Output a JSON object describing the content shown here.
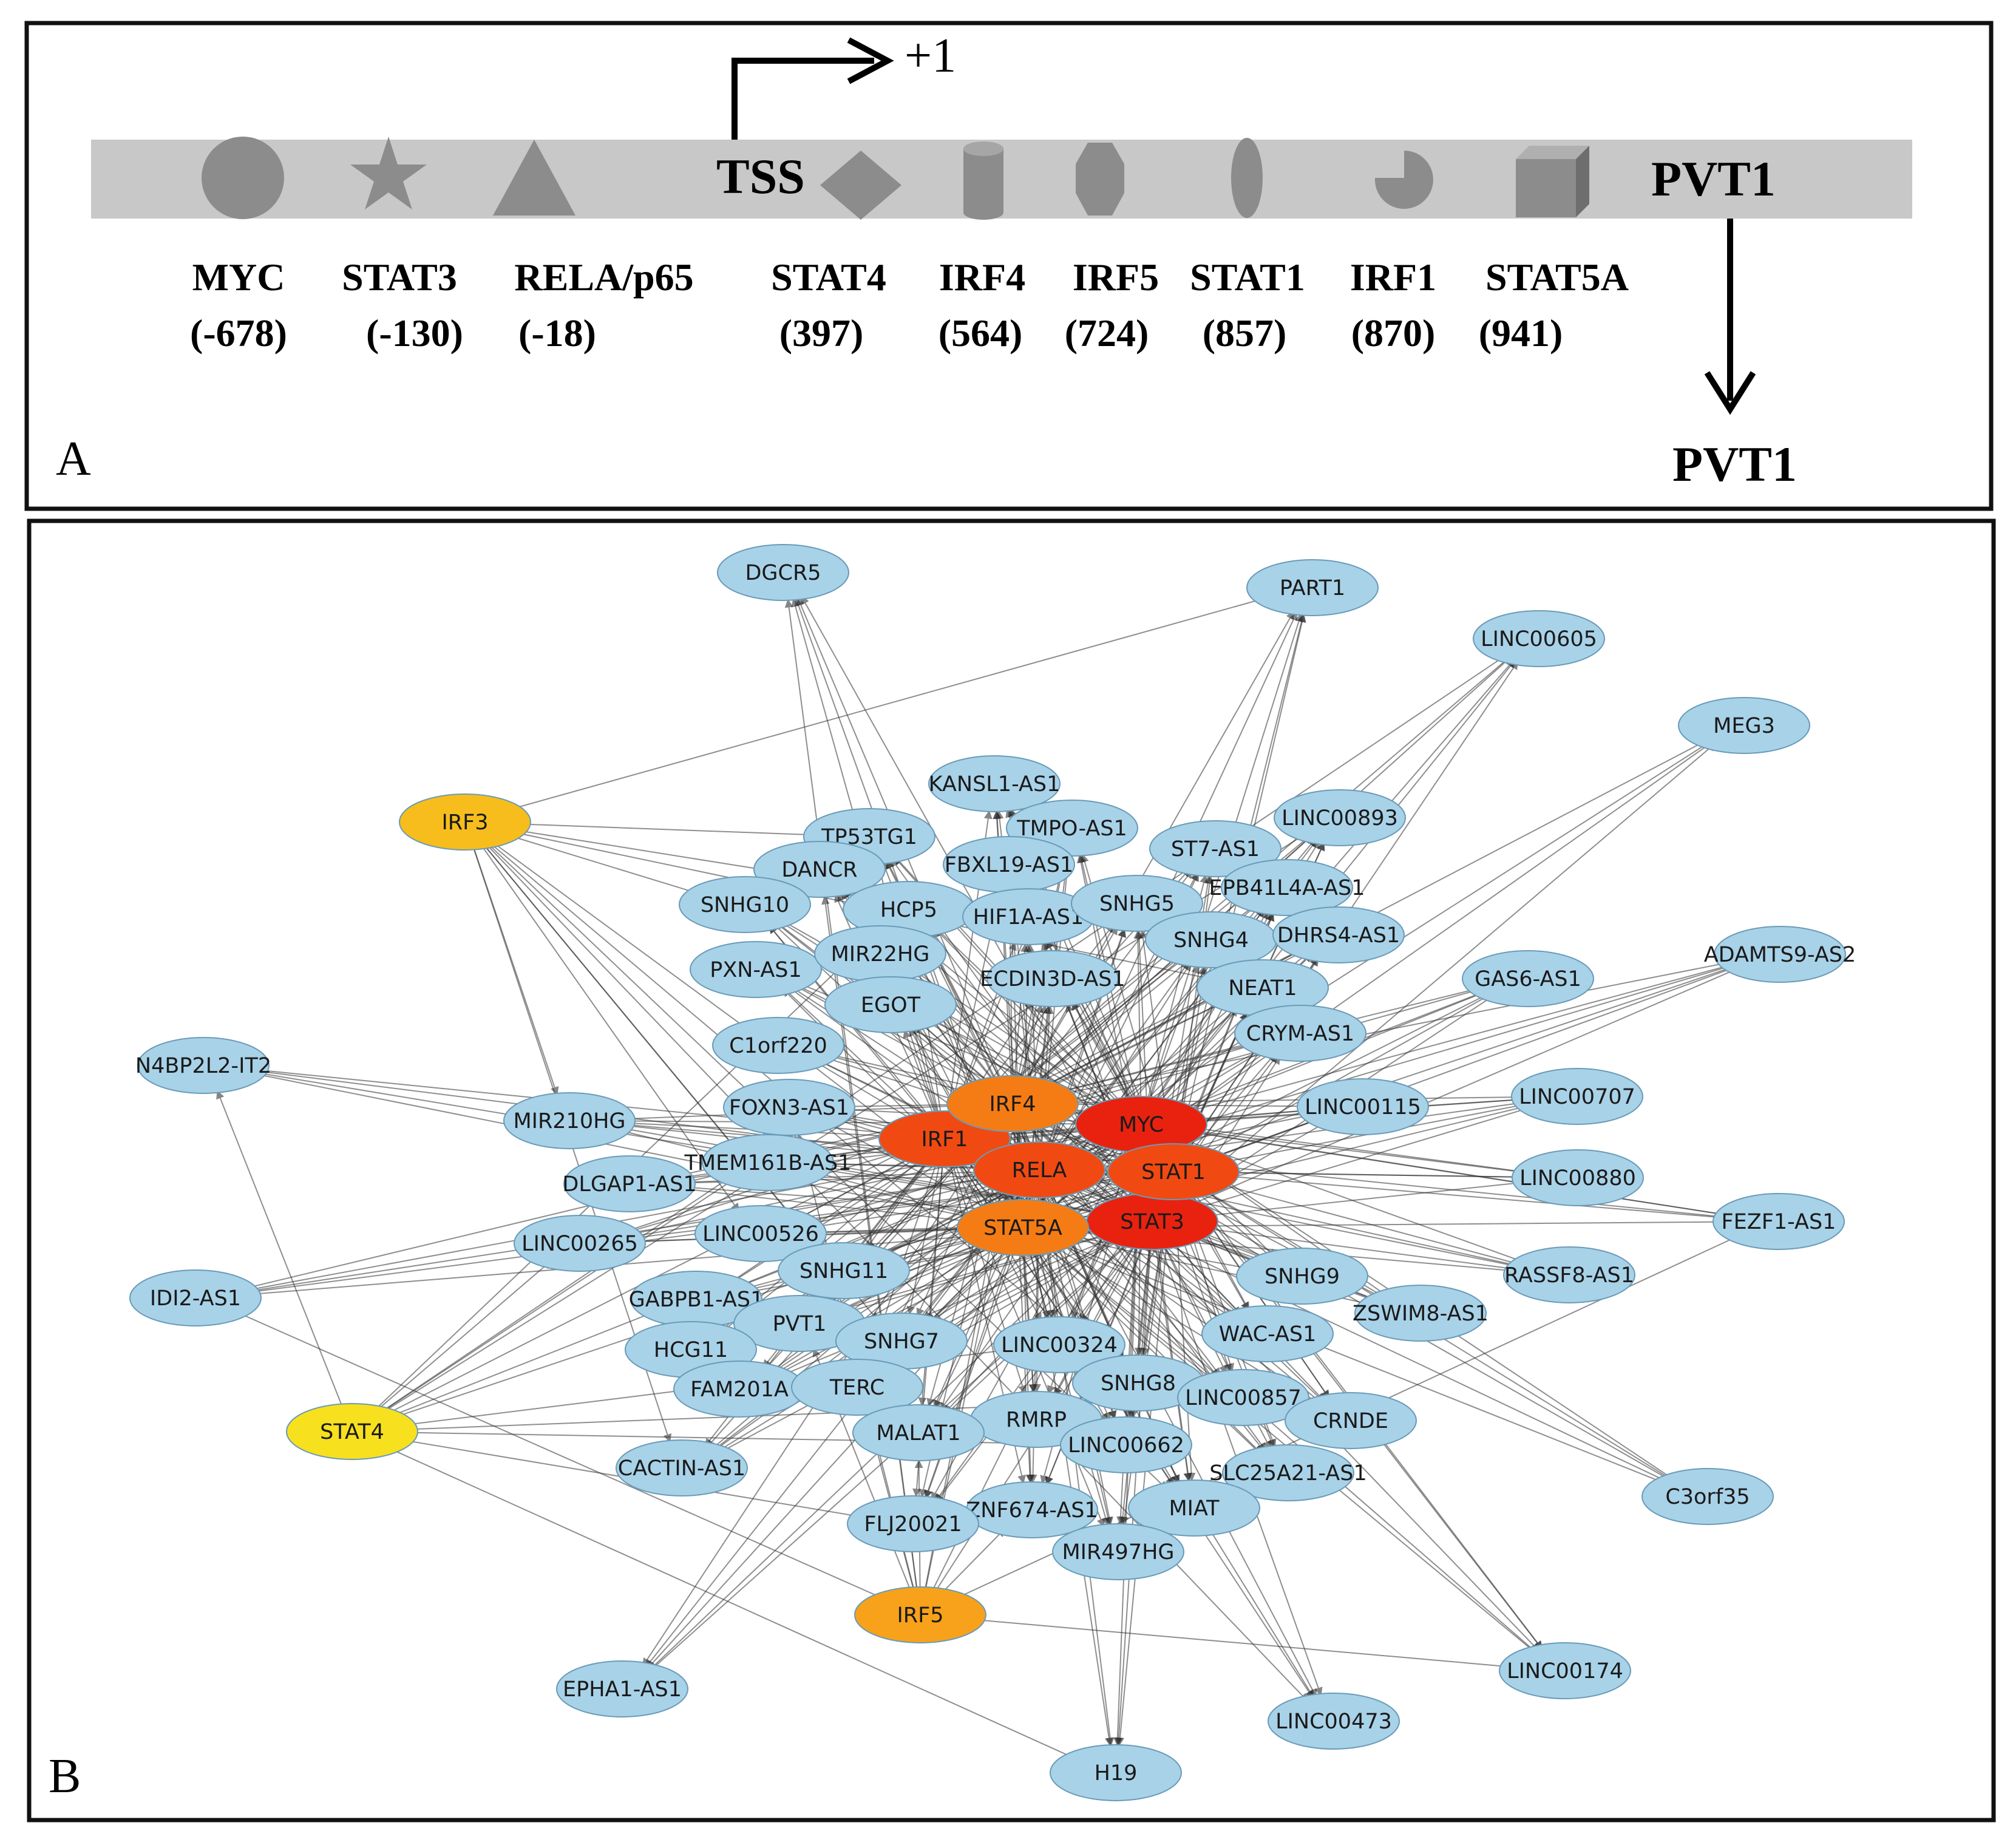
{
  "panel_a": {
    "label": "A",
    "tss_label": "TSS",
    "plus_one_label": "+1",
    "gene_label": "PVT1",
    "product_label": "PVT1",
    "factors": [
      {
        "name": "MYC",
        "position": "(-678)",
        "icon": "circle"
      },
      {
        "name": "STAT3",
        "position": "(-130)",
        "icon": "star"
      },
      {
        "name": "RELA/p65",
        "position": "(-18)",
        "icon": "triangle"
      },
      {
        "name": "STAT4",
        "position": "(397)",
        "icon": "diamond"
      },
      {
        "name": "IRF4",
        "position": "(564)",
        "icon": "cylinder"
      },
      {
        "name": "IRF5",
        "position": "(724)",
        "icon": "octagon"
      },
      {
        "name": "STAT1",
        "position": "(857)",
        "icon": "ellipse"
      },
      {
        "name": "IRF1",
        "position": "(870)",
        "icon": "pie-wedge"
      },
      {
        "name": "STAT5A",
        "position": "(941)",
        "icon": "cube"
      }
    ]
  },
  "panel_b": {
    "label": "B",
    "colors": {
      "lncrna": "#a8d2e8",
      "red": "#e8220f",
      "red_orange": "#f04a12",
      "orange": "#f57c14",
      "amber": "#f7a21a",
      "gold": "#f7bd1c",
      "yellow": "#f7e01e"
    },
    "tf_nodes": [
      {
        "id": "MYC",
        "color": "red"
      },
      {
        "id": "STAT3",
        "color": "red"
      },
      {
        "id": "IRF1",
        "color": "red_orange"
      },
      {
        "id": "STAT1",
        "color": "red_orange"
      },
      {
        "id": "RELA",
        "color": "red_orange"
      },
      {
        "id": "STAT5A",
        "color": "orange"
      },
      {
        "id": "IRF4",
        "color": "orange"
      },
      {
        "id": "IRF5",
        "color": "amber"
      },
      {
        "id": "IRF3",
        "color": "gold"
      },
      {
        "id": "STAT4",
        "color": "yellow"
      }
    ],
    "lncrna_nodes": [
      "DGCR5",
      "PART1",
      "LINC00605",
      "MEG3",
      "KANSL1-AS1",
      "TMPO-AS1",
      "TP53TG1",
      "LINC00893",
      "ST7-AS1",
      "FBXL19-AS1",
      "DANCR",
      "SNHG10",
      "HCP5",
      "HIF1A-AS1",
      "SNHG5",
      "EPB41L4A-AS1",
      "SNHG4",
      "DHRS4-AS1",
      "PXN-AS1",
      "MIR22HG",
      "ECDIN3D-AS1",
      "NEAT1",
      "ADAMTS9-AS2",
      "GAS6-AS1",
      "EGOT",
      "CRYM-AS1",
      "C1orf220",
      "N4BP2L2-IT2",
      "LINC00115",
      "LINC00707",
      "FOXN3-AS1",
      "MIR210HG",
      "TMEM161B-AS1",
      "DLGAP1-AS1",
      "LINC00880",
      "FEZF1-AS1",
      "LINC00526",
      "LINC00265",
      "SNHG9",
      "RASSF8-AS1",
      "IDI2-AS1",
      "SNHG11",
      "GABPB1-AS1",
      "ZSWIM8-AS1",
      "WAC-AS1",
      "PVT1",
      "SNHG7",
      "LINC00324",
      "HCG11",
      "FAM201A",
      "TERC",
      "SNHG8",
      "LINC00857",
      "CRNDE",
      "RMRP",
      "MALAT1",
      "CACTIN-AS1",
      "LINC00662",
      "SLC25A21-AS1",
      "C3orf35",
      "ZNF674-AS1",
      "MIAT",
      "FLJ20021",
      "MIR497HG",
      "EPHA1-AS1",
      "LINC00174",
      "LINC00473",
      "H19"
    ]
  }
}
